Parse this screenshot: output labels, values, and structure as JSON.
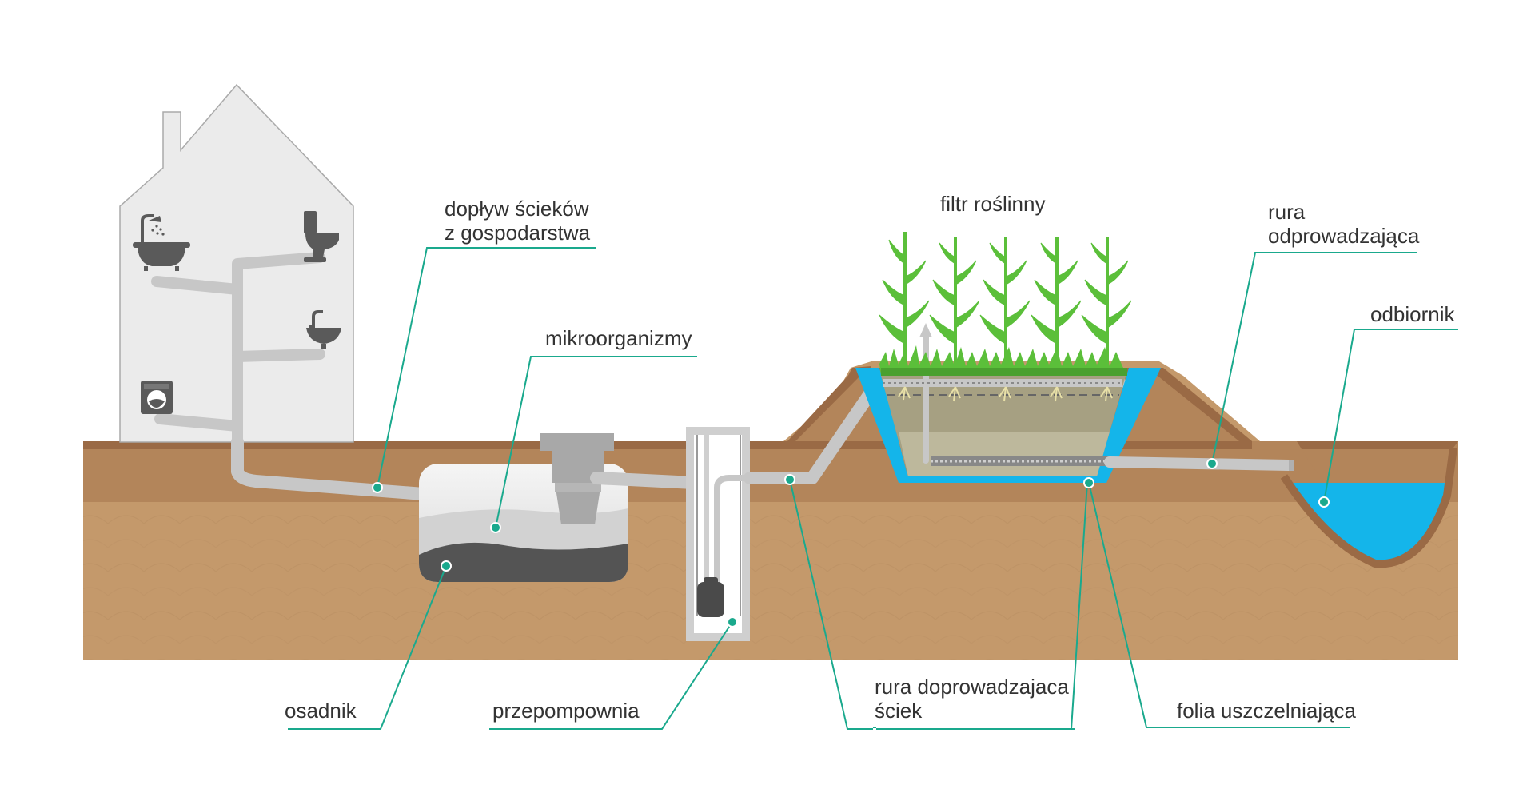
{
  "labels": {
    "inflow_line1": "dopływ ścieków",
    "inflow_line2": "z gospodarstwa",
    "microorganisms": "mikroorganizmy",
    "settling_tank": "osadnik",
    "pumping_station": "przepompownia",
    "supply_pipe_line1": "rura doprowadzajaca",
    "supply_pipe_line2": "ściek",
    "plant_filter": "filtr roślinny",
    "outlet_pipe_line1": "rura",
    "outlet_pipe_line2": "odprowadzająca",
    "receiver": "odbiornik",
    "sealing_foil": "folia uszczelniająca"
  },
  "icons": [
    "bathtub-shower-icon",
    "toilet-icon",
    "sink-icon",
    "washing-machine-icon"
  ],
  "colors": {
    "leader": "#1aa98d",
    "soil_top": "#9a6a45",
    "soil_main": "#c4996b",
    "water": "#14b5ea",
    "sludge": "#545454",
    "plant": "#5bbf3a"
  }
}
